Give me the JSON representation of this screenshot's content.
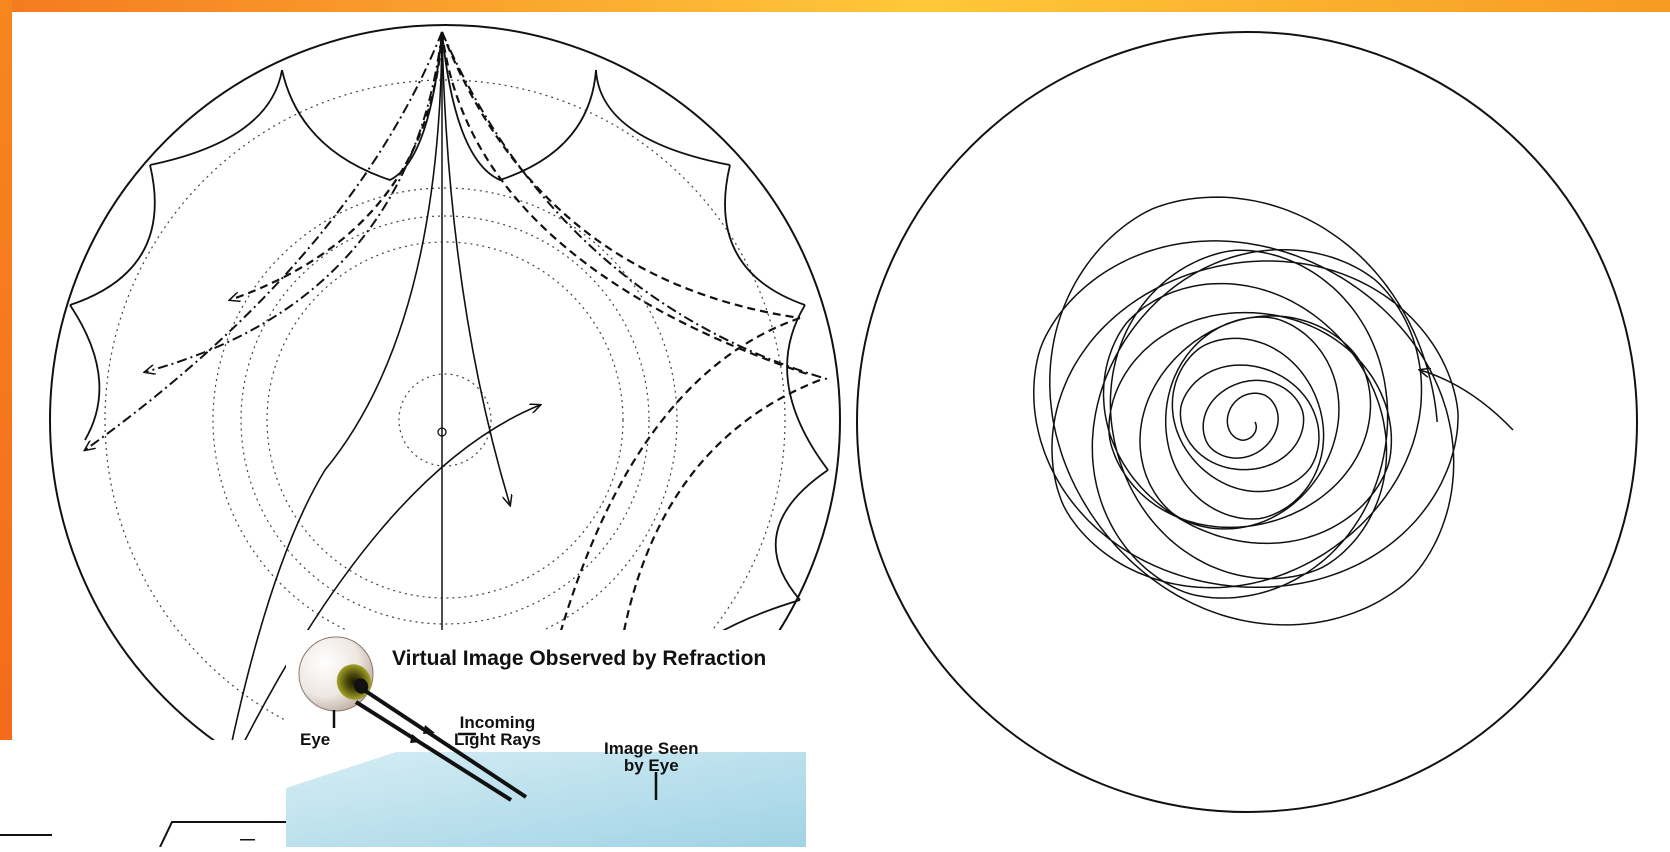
{
  "inset": {
    "title": "Virtual Image Observed by Refraction",
    "labels": {
      "eye": "Eye",
      "incoming_line1": "Incoming",
      "incoming_line2": "Light Rays",
      "image_line1": "Image Seen",
      "image_line2": "by Eye"
    }
  },
  "colors": {
    "frame_orange": "#f7931e",
    "frame_yellow": "#ffc83a",
    "ink": "#111111",
    "water": "#bfe3ef"
  }
}
